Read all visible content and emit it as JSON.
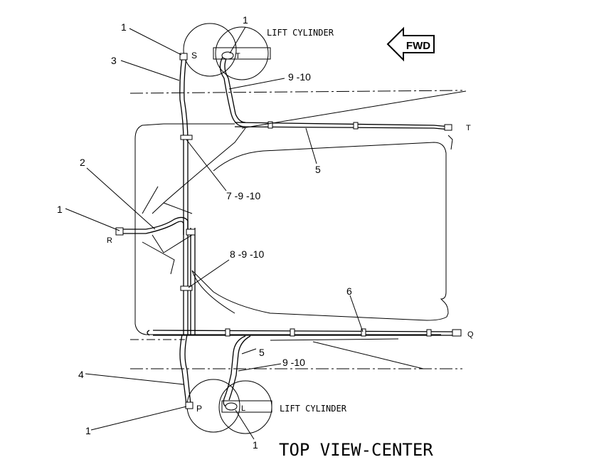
{
  "title": "TOP VIEW-CENTER",
  "fwd_label": "FWD",
  "cylinders": [
    {
      "name": "LIFT CYLINDER",
      "port_rod": "S",
      "port_head": "T"
    },
    {
      "name": "LIFT CYLINDER",
      "port_rod": "P",
      "port_head": "L"
    }
  ],
  "ports": {
    "return": "R",
    "t_line": "T",
    "q_line": "Q"
  },
  "callouts": {
    "c1_top_left": "1",
    "c1_top_right": "1",
    "c3": "3",
    "c9_10_top": "9 -10",
    "c5_top": "5",
    "c7_9_10": "7 -9 -10",
    "c2": "2",
    "c1_left": "1",
    "c8_9_10": "8 -9 -10",
    "c6": "6",
    "c5_bottom": "5",
    "c9_10_bottom": "9 -10",
    "c4": "4",
    "c1_bottom_left": "1",
    "c1_bottom_right": "1"
  }
}
